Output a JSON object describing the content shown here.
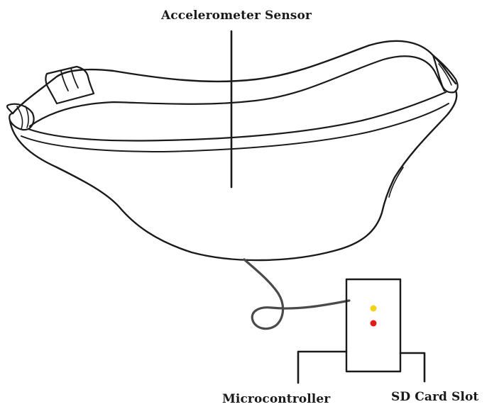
{
  "labels": {
    "sensor": "Accelerometer Sensor",
    "microcontroller": "Microcontroller",
    "sd_card": "SD Card Slot"
  },
  "colors": {
    "ink": "#1a1a1a",
    "led_top": "#f2d21a",
    "led_bottom": "#e21a1a",
    "cable": "#4a4a4a"
  }
}
